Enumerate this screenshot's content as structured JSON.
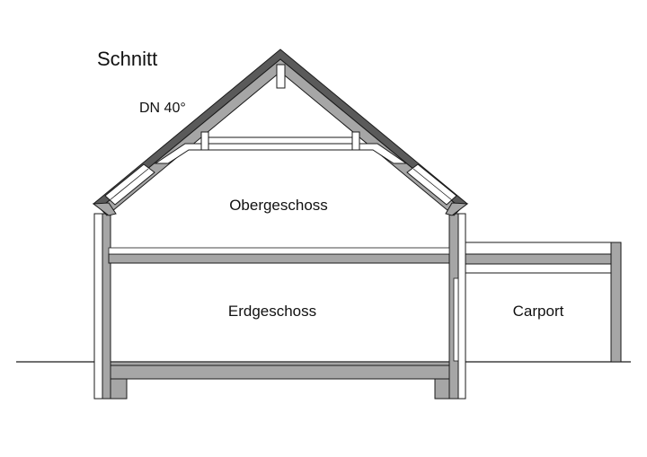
{
  "drawing": {
    "title": "Schnitt",
    "roof_pitch": "DN 40°",
    "rooms": {
      "upper": "Obergeschoss",
      "ground": "Erdgeschoss",
      "carport": "Carport"
    }
  },
  "colors": {
    "wall_fill": "#a6a6a6",
    "roof_fill": "#5a5a5a",
    "line": "#1a1a1a",
    "background": "#ffffff"
  }
}
